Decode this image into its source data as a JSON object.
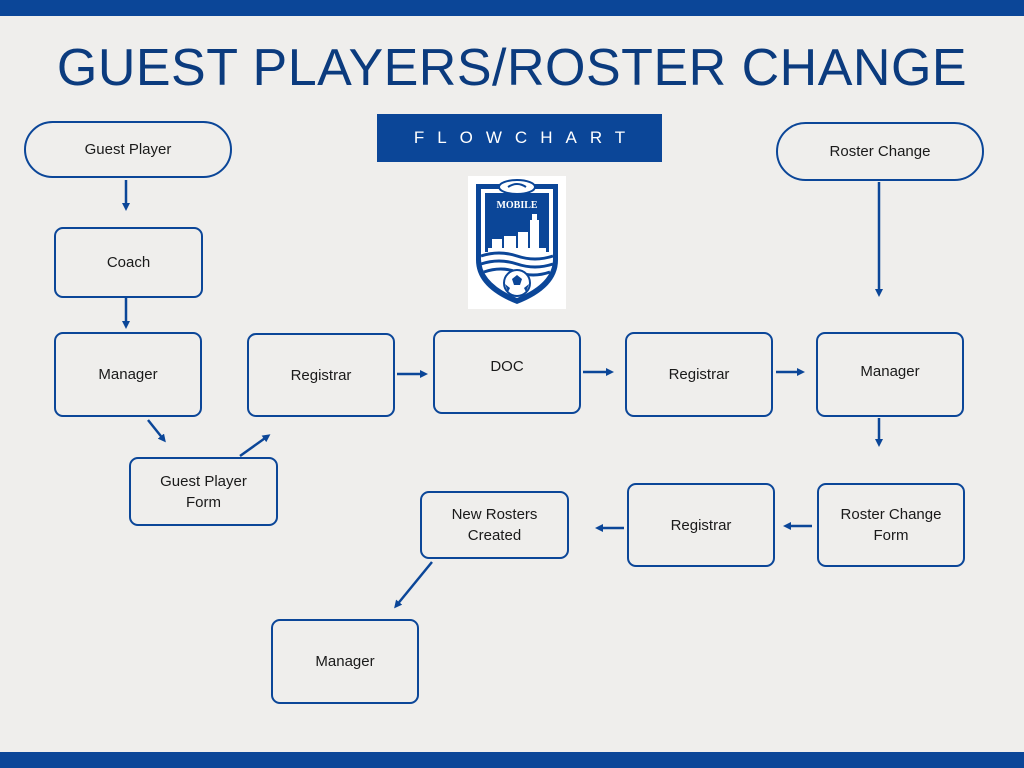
{
  "title": "GUEST PLAYERS/ROSTER CHANGE",
  "subtitle": "FLOWCHART",
  "logo": {
    "text": "MOBILE",
    "colors": {
      "primary": "#0b4698",
      "light": "#ffffff"
    }
  },
  "nodes": {
    "guest_player": "Guest Player",
    "coach": "Coach",
    "manager_1": "Manager",
    "guest_player_form": "Guest Player\nForm",
    "registrar_1": "Registrar",
    "doc": "DOC",
    "registrar_2": "Registrar",
    "manager_2": "Manager",
    "roster_change": "Roster Change",
    "roster_change_form": "Roster Change\nForm",
    "registrar_3": "Registrar",
    "new_rosters_created": "New Rosters\nCreated",
    "manager_3": "Manager"
  },
  "colors": {
    "accent": "#0b4698",
    "background": "#efeeec",
    "title": "#0b3b7e"
  }
}
